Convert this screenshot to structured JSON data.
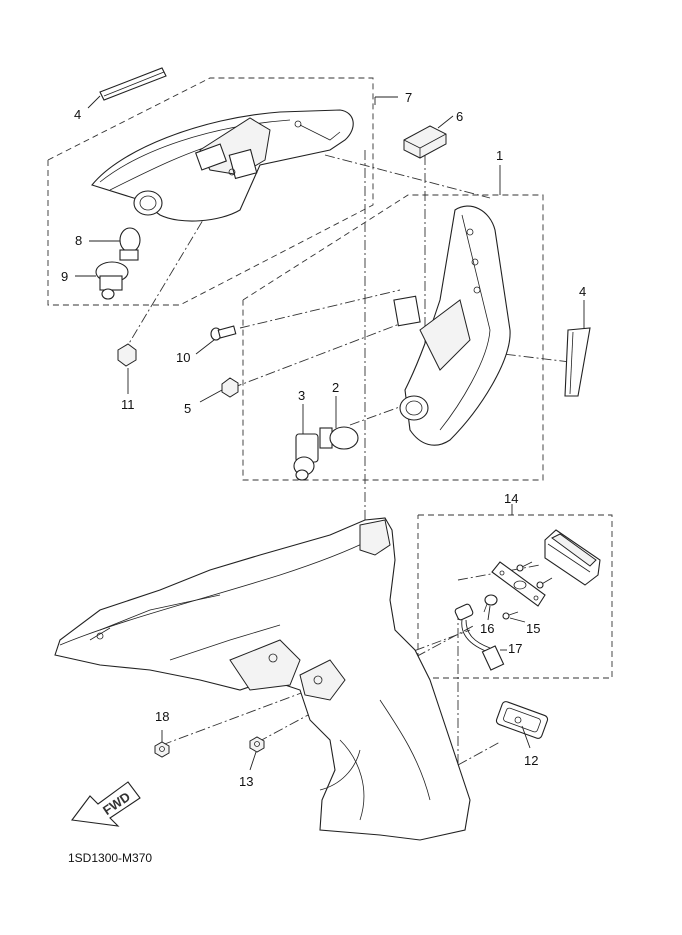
{
  "diagram": {
    "code": "1SD1300-M370",
    "fwd_label": "FWD",
    "callouts": {
      "c1": "1",
      "c2": "2",
      "c3": "3",
      "c4a": "4",
      "c4b": "4",
      "c5": "5",
      "c6": "6",
      "c7": "7",
      "c8": "8",
      "c9": "9",
      "c10": "10",
      "c11": "11",
      "c12": "12",
      "c13": "13",
      "c14": "14",
      "c15": "15",
      "c16": "16",
      "c17": "17",
      "c18": "18"
    }
  }
}
